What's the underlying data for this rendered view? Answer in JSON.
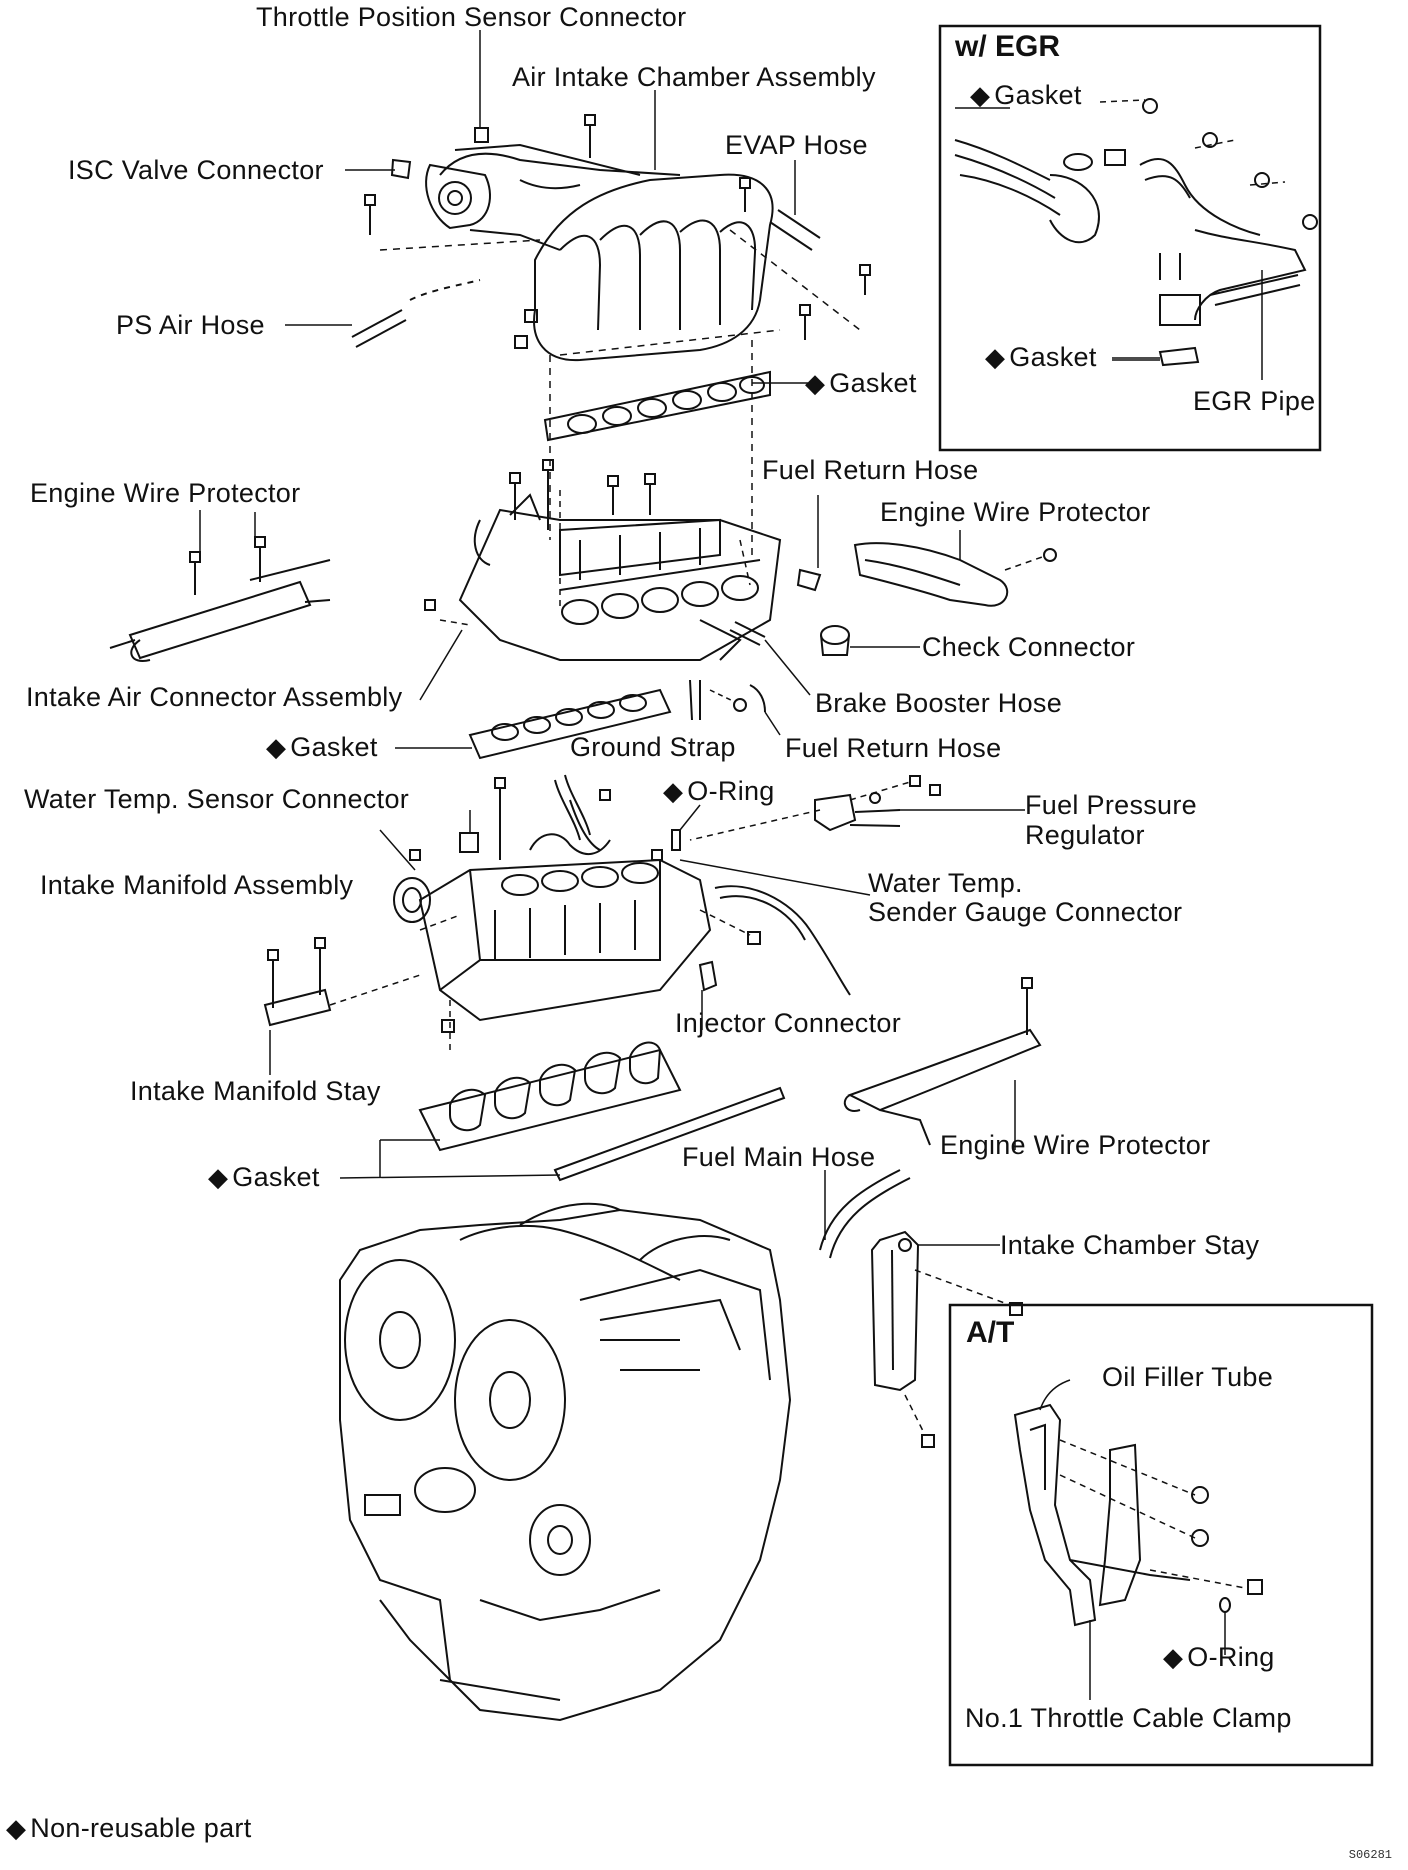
{
  "diamond": "◆",
  "labels": {
    "throttle_position_sensor_connector": "Throttle Position Sensor Connector",
    "air_intake_chamber_assembly": "Air Intake Chamber Assembly",
    "evap_hose": "EVAP Hose",
    "isc_valve_connector": "ISC Valve Connector",
    "ps_air_hose": "PS Air Hose",
    "gasket": "Gasket",
    "egr_pipe": "EGR Pipe",
    "fuel_return_hose": "Fuel Return Hose",
    "engine_wire_protector": "Engine Wire Protector",
    "check_connector": "Check Connector",
    "brake_booster_hose": "Brake Booster Hose",
    "intake_air_connector_assembly": "Intake Air Connector Assembly",
    "ground_strap": "Ground Strap",
    "water_temp_sensor_connector": "Water Temp. Sensor Connector",
    "o_ring": "O-Ring",
    "fuel_pressure_regulator_line1": "Fuel Pressure",
    "fuel_pressure_regulator_line2": "Regulator",
    "intake_manifold_assembly": "Intake Manifold Assembly",
    "water_temp_sender_gauge_connector_line1": "Water Temp.",
    "water_temp_sender_gauge_connector_line2": "Sender Gauge Connector",
    "injector_connector": "Injector Connector",
    "intake_manifold_stay": "Intake Manifold Stay",
    "fuel_main_hose": "Fuel Main Hose",
    "intake_chamber_stay": "Intake Chamber Stay",
    "oil_filler_tube": "Oil Filler Tube",
    "no1_throttle_cable_clamp": "No.1 Throttle Cable Clamp"
  },
  "boxes": {
    "egr_title": "w/  EGR",
    "at_title": "A/T"
  },
  "legend": {
    "text": "Non-reusable part"
  },
  "figure_code": "S06281"
}
